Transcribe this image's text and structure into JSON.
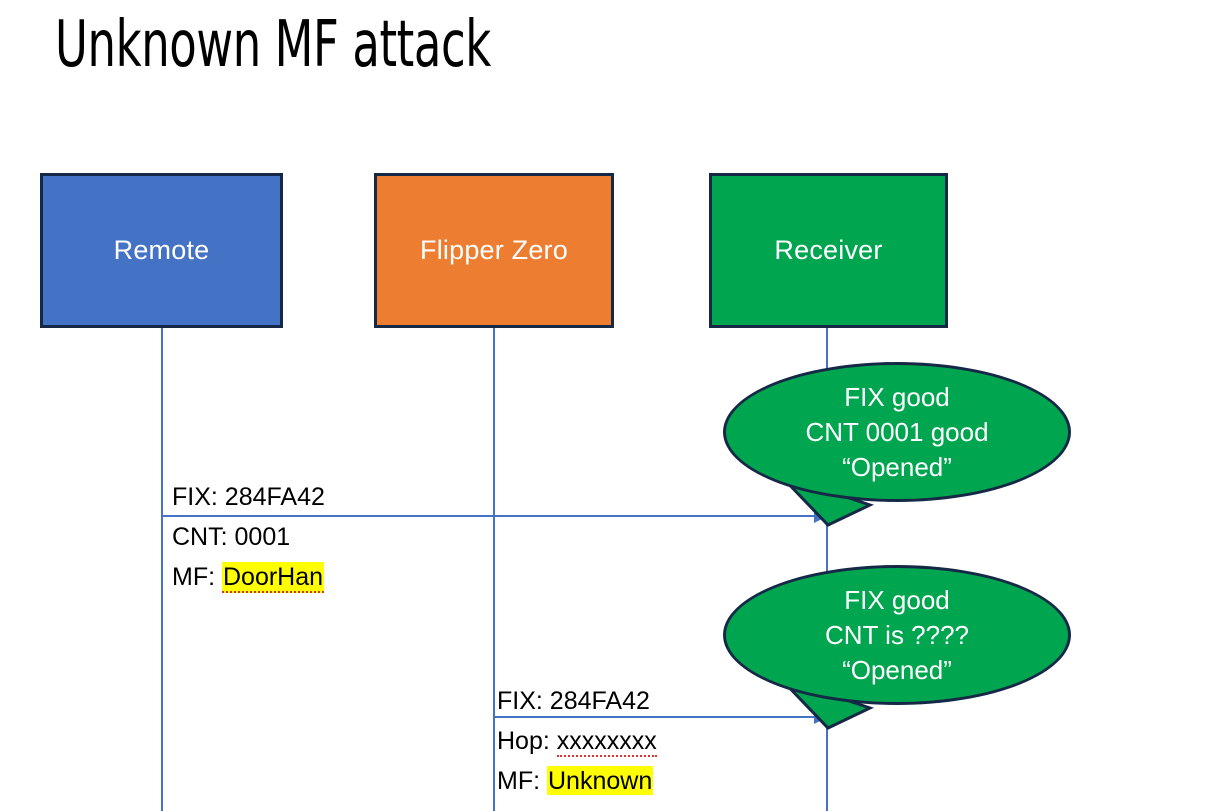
{
  "slide": {
    "title": "Unknown MF attack",
    "background_color": "#FFFFFF"
  },
  "colors": {
    "remote_box": "#4472C4",
    "flipper_box": "#ED7D31",
    "receiver_box": "#00A64F",
    "box_border": "#152947",
    "lifeline": "#4472C4",
    "highlight": "#FFFF00",
    "spellcheck_underline": "#E03030",
    "bubble_fill": "#00A64F",
    "bubble_text": "#FFFFFF"
  },
  "actors": [
    {
      "id": "remote",
      "label": "Remote"
    },
    {
      "id": "flipper",
      "label": "Flipper Zero"
    },
    {
      "id": "receiver",
      "label": "Receiver"
    }
  ],
  "messages": [
    {
      "id": "msg1",
      "from": "remote",
      "to": "receiver",
      "lines": [
        {
          "label": "FIX:",
          "value": "284FA42",
          "highlighted": false,
          "misspelled": false
        },
        {
          "label": "CNT:",
          "value": "0001",
          "highlighted": false,
          "misspelled": false
        },
        {
          "label": "MF:",
          "value": "DoorHan",
          "highlighted": true,
          "misspelled": true
        }
      ]
    },
    {
      "id": "msg2",
      "from": "flipper",
      "to": "receiver",
      "lines": [
        {
          "label": "FIX:",
          "value": "284FA42",
          "highlighted": false,
          "misspelled": false
        },
        {
          "label": "Hop:",
          "value": "xxxxxxxx",
          "highlighted": false,
          "misspelled": true
        },
        {
          "label": "MF:",
          "value": "Unknown",
          "highlighted": true,
          "misspelled": false
        }
      ]
    }
  ],
  "bubbles": [
    {
      "id": "bubble1",
      "owner": "receiver",
      "lines": [
        "FIX good",
        "CNT 0001 good",
        "“Opened”"
      ]
    },
    {
      "id": "bubble2",
      "owner": "receiver",
      "lines": [
        "FIX good",
        "CNT is ????",
        "“Opened”"
      ]
    }
  ]
}
